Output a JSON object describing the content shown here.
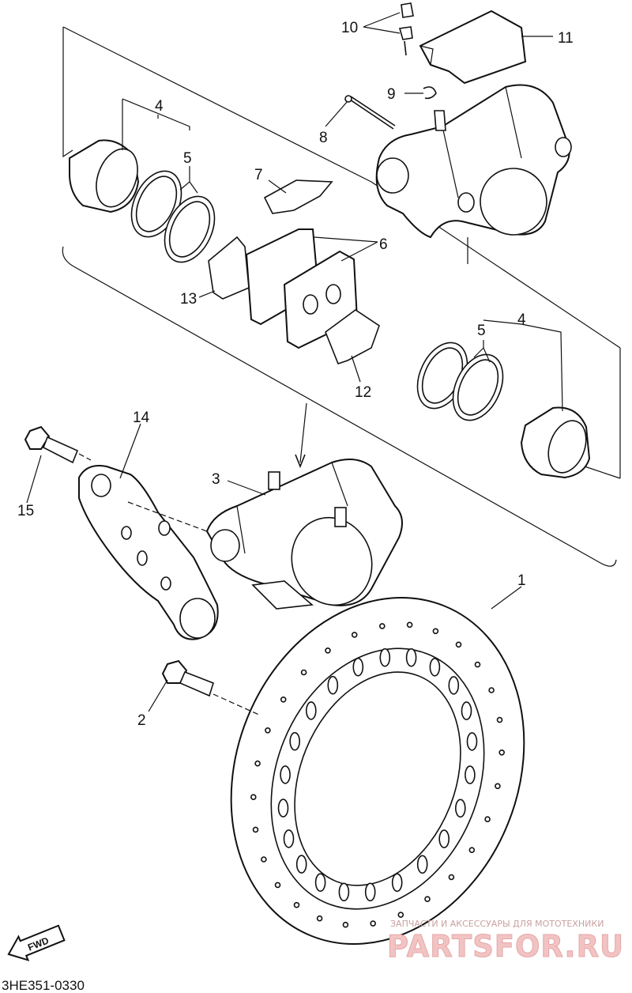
{
  "diagram": {
    "callouts": [
      {
        "id": "c1",
        "text": "1"
      },
      {
        "id": "c2",
        "text": "2"
      },
      {
        "id": "c3",
        "text": "3"
      },
      {
        "id": "c4a",
        "text": "4"
      },
      {
        "id": "c4b",
        "text": "4"
      },
      {
        "id": "c5a",
        "text": "5"
      },
      {
        "id": "c5b",
        "text": "5"
      },
      {
        "id": "c6",
        "text": "6"
      },
      {
        "id": "c7",
        "text": "7"
      },
      {
        "id": "c8",
        "text": "8"
      },
      {
        "id": "c9",
        "text": "9"
      },
      {
        "id": "c10",
        "text": "10"
      },
      {
        "id": "c11",
        "text": "11"
      },
      {
        "id": "c12",
        "text": "12"
      },
      {
        "id": "c13",
        "text": "13"
      },
      {
        "id": "c14",
        "text": "14"
      },
      {
        "id": "c15",
        "text": "15"
      }
    ],
    "direction_arrow": "FWD",
    "figure_code": "3HE351-0330"
  },
  "watermark": {
    "tagline": "ЗАПЧАСТИ И АКСЕССУАРЫ ДЛЯ МОТОТЕХНИКИ",
    "brand": "PARTSFOR.RU"
  },
  "colors": {
    "ink": "#111111",
    "watermark_light": "#f2c3c3",
    "watermark_dark": "#e5a7a7"
  }
}
